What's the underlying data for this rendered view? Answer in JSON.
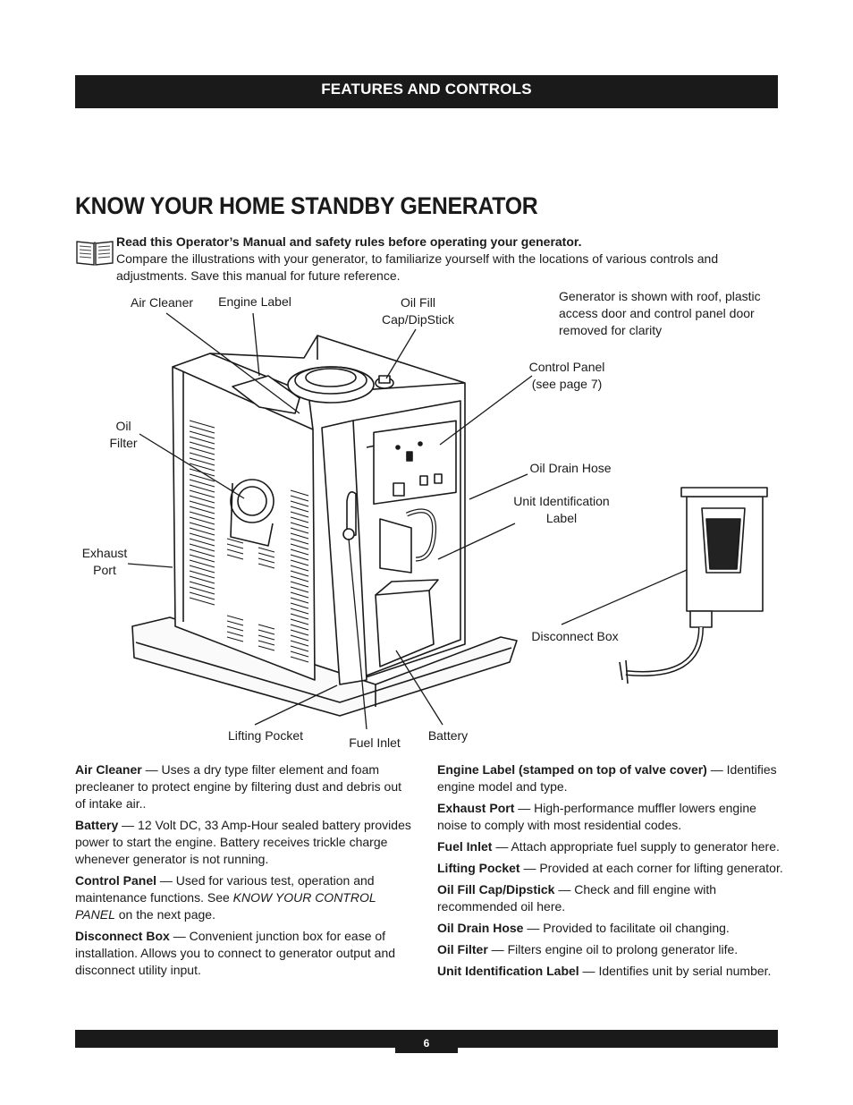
{
  "header": {
    "section_title": "FEATURES AND CONTROLS"
  },
  "page_title": "KNOW YOUR HOME STANDBY GENERATOR",
  "intro": {
    "bold_line": "Read this Operator’s Manual and safety rules before operating your generator.",
    "text": "Compare the illustrations with your generator, to familiarize yourself with the locations of various controls and adjustments. Save this manual for future reference."
  },
  "icons": {
    "manual": "open-book-icon"
  },
  "figure": {
    "note": "Generator is shown with roof, plastic access door and control panel door removed for clarity",
    "callouts": {
      "air_cleaner": "Air Cleaner",
      "engine_label": "Engine Label",
      "oil_fill": "Oil Fill\nCap/DipStick",
      "control_panel": "Control Panel\n(see page 7)",
      "oil_filter": "Oil\nFilter",
      "oil_drain_hose": "Oil Drain Hose",
      "unit_id_label": "Unit Identification\nLabel",
      "exhaust_port": "Exhaust\nPort",
      "disconnect_box": "Disconnect Box",
      "lifting_pocket": "Lifting Pocket",
      "fuel_inlet": "Fuel Inlet",
      "battery": "Battery"
    }
  },
  "descriptions": {
    "left": [
      {
        "term": "Air Cleaner",
        "text": " — Uses a dry type filter element and foam precleaner to protect engine by filtering dust and debris out of intake air.."
      },
      {
        "term": "Battery",
        "text": " — 12 Volt DC, 33 Amp-Hour sealed battery provides power to start the engine. Battery receives trickle charge whenever generator is not running."
      },
      {
        "term": "Control Panel",
        "text": " — Used for various test, operation and maintenance functions. See ",
        "ref": "KNOW YOUR CONTROL PANEL",
        "text2": " on the next page."
      },
      {
        "term": "Disconnect Box",
        "text": " — Convenient junction box for ease of installation. Allows you to connect to generator output and disconnect utility input."
      }
    ],
    "right": [
      {
        "term": "Engine Label (stamped on top of valve cover)",
        "text": " — Identifies engine model and type."
      },
      {
        "term": "Exhaust Port",
        "text": " — High-performance muffler lowers engine noise to comply with most residential codes."
      },
      {
        "term": "Fuel Inlet",
        "text": " — Attach appropriate fuel supply to generator here."
      },
      {
        "term": "Lifting Pocket",
        "text": " — Provided at each corner for lifting generator."
      },
      {
        "term": "Oil Fill Cap/Dipstick",
        "text": " — Check and fill engine with recommended oil here."
      },
      {
        "term": "Oil Drain Hose",
        "text": " — Provided to facilitate oil changing."
      },
      {
        "term": "Oil Filter",
        "text": " — Filters engine oil to prolong generator life."
      },
      {
        "term": "Unit Identification Label",
        "text": " — Identifies unit by serial number."
      }
    ]
  },
  "footer": {
    "page_number": "6"
  }
}
